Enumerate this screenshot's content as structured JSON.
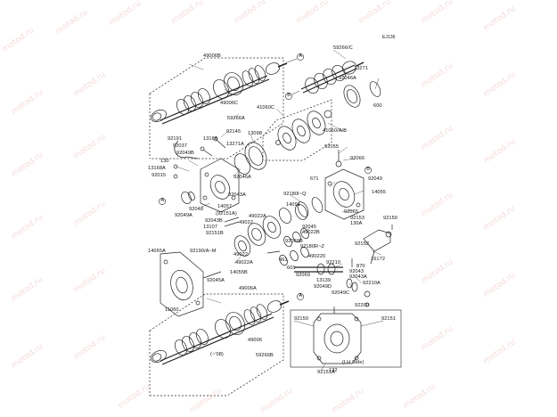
{
  "diagram_code": "EJ136",
  "watermark": "motod.ru",
  "labels": {
    "p49006B": "49006B",
    "p59266C": "59266/C",
    "p13271": "13271",
    "p92046A_top": "92046A",
    "p600": "600",
    "p49006C": "49006C",
    "p59266A": "59266A",
    "p41060C": "41060C",
    "p41060AB": "41060/A/B",
    "p92145": "92145",
    "p13098": "13098",
    "p92191": "92191",
    "p13168": "13168",
    "p92037": "92037",
    "p13271A": "13271A",
    "p92049B": "92049B",
    "p130": "130",
    "p13168A": "13168A",
    "p92015": "92015",
    "p92046A_mid": "92046A",
    "p92043A": "92043A",
    "p92055": "92055",
    "p92066": "92066",
    "p671": "671",
    "p14055": "14055",
    "p92049": "92049",
    "p92048": "92048",
    "p92049A": "92049A",
    "p14057": "14057",
    "p92151A_paren": "(92151A)",
    "p92043B": "92043B",
    "p13107": "13107",
    "p92151B": "92151B",
    "p49022A_top": "49022A",
    "p14091": "14091",
    "p92180Q": "92180I~Q",
    "p92065": "92065",
    "p92153": "92153",
    "p130A": "130A",
    "p92150_r": "92150",
    "p49022": "49022",
    "p92045": "92045",
    "p49022B": "49022B",
    "p92069B": "92069B",
    "p92180RZ": "92180R~Z",
    "p92152": "92152",
    "p14055A": "14055A",
    "p92190AM": "92190/A~M",
    "p49022_b": "49022",
    "p461": "461",
    "p49022A_b": "49022A",
    "p14055B": "14055B",
    "p490220": "490220",
    "p870": "870",
    "p92210": "92210",
    "p16172": "16172",
    "p601": "601",
    "p92043": "92043",
    "p92045A": "92045A",
    "p92069": "92069",
    "p92043A_b": "92043A",
    "p13139": "13139",
    "p92210A": "92210A",
    "p92049D": "92049D",
    "p92049C": "92049C",
    "p11060": "11060",
    "p49006A": "49006A",
    "p92200": "92200",
    "p92150_b": "92150",
    "p92151": "92151",
    "p92151A": "92151A",
    "p49006": "49006",
    "p08": "(~'08)",
    "p59266B": "59266B",
    "p132": "132",
    "lh_side": "(LH Side)",
    "cA1": "A",
    "cB1": "B",
    "cA2": "A",
    "cB2": "B",
    "cA3": "A"
  }
}
